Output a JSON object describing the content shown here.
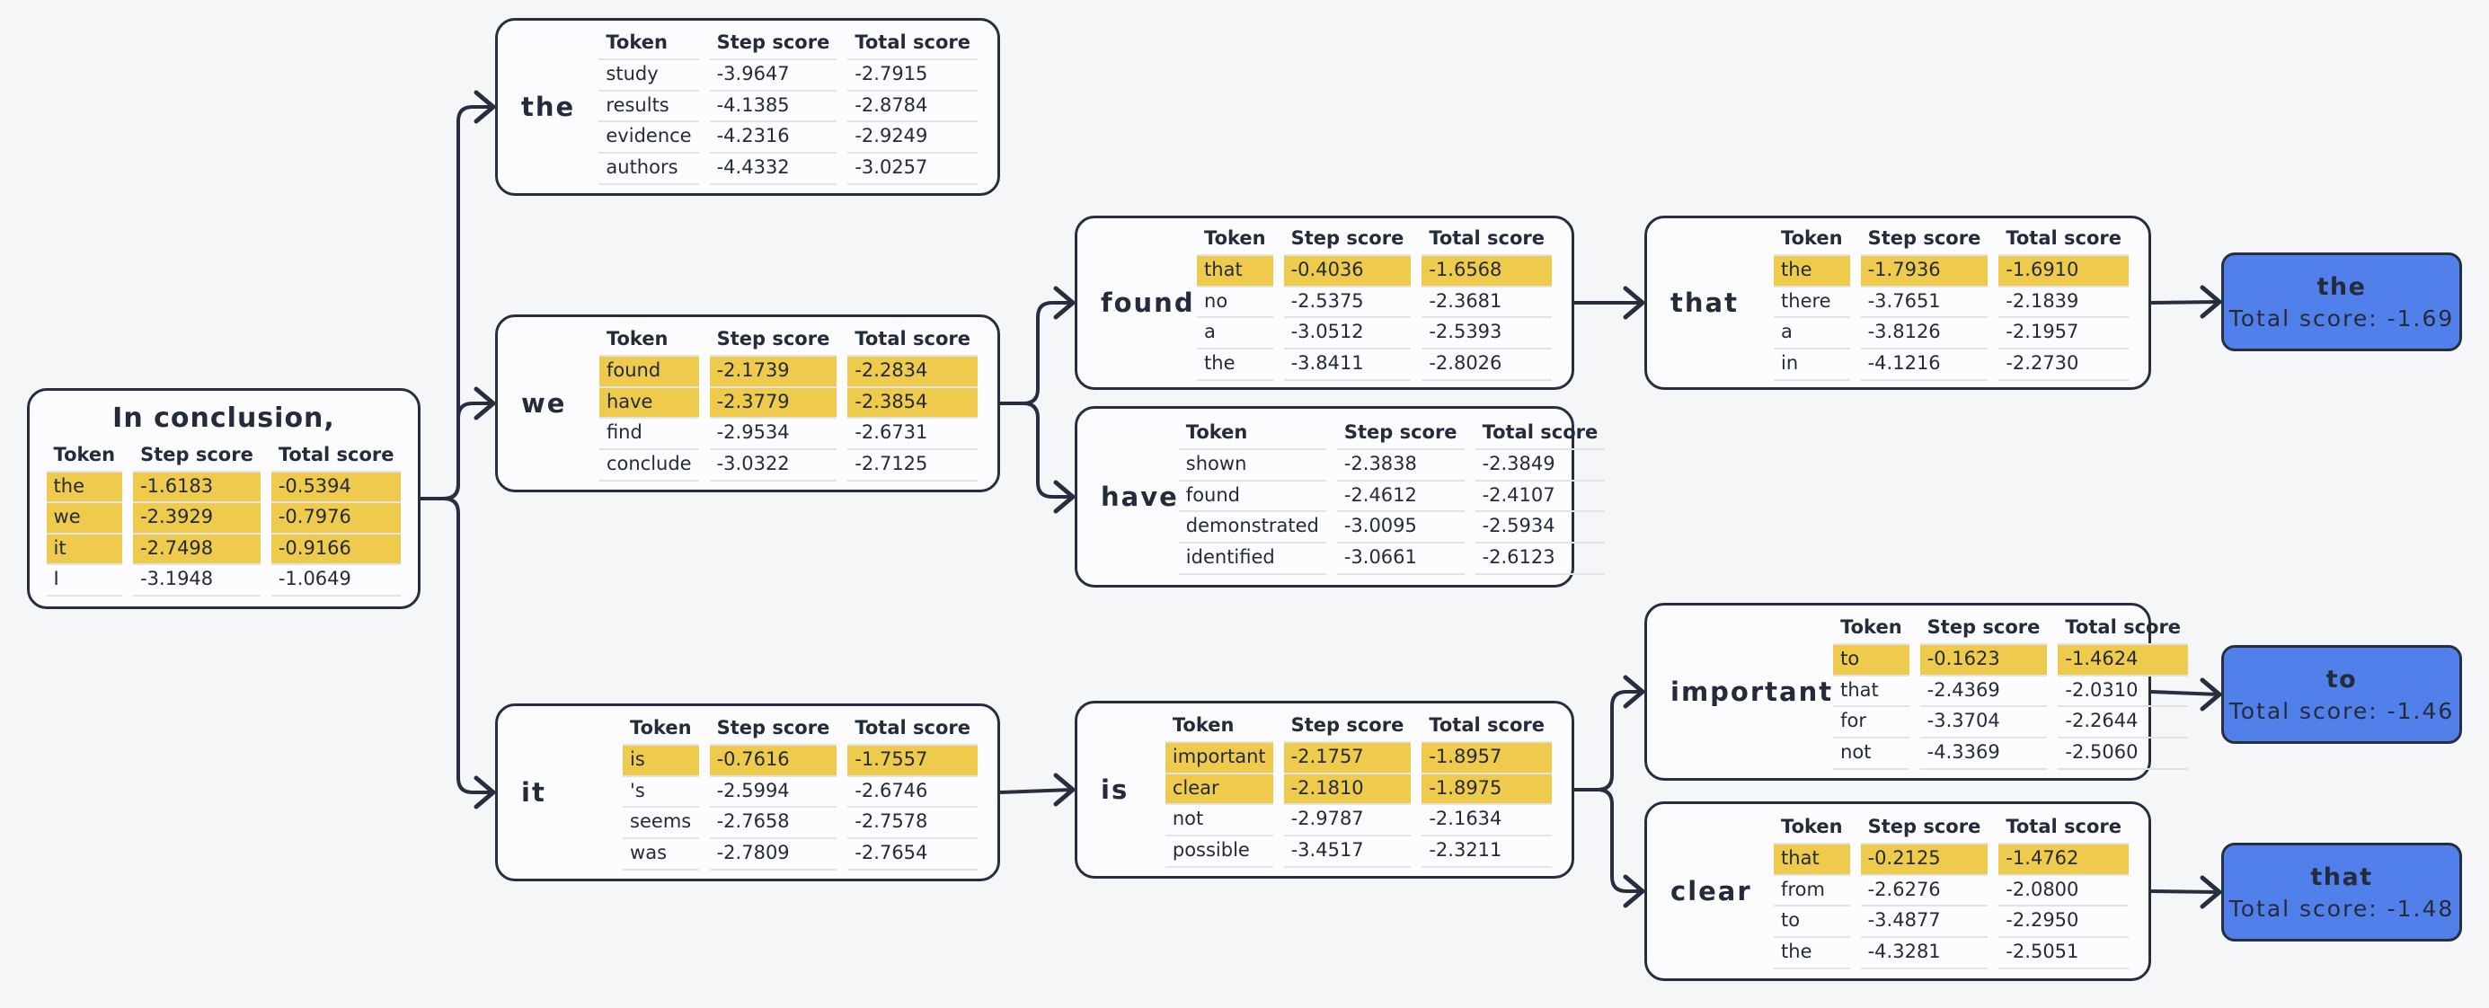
{
  "diagram": {
    "table_headers": [
      "Token",
      "Step score",
      "Total score"
    ],
    "colors": {
      "background": "#f5f6f8",
      "node_border": "#272e3f",
      "node_background": "#fcfcfe",
      "highlight_yellow": "#eeca4d",
      "leaf_blue": "#5280ea",
      "text": "#242b3a",
      "row_line": "#e2e3e7"
    },
    "nodes": [
      {
        "id": "root",
        "type": "root",
        "title": "In conclusion,",
        "rows": [
          {
            "token": "the",
            "step": "-1.6183",
            "total": "-0.5394",
            "highlight": true
          },
          {
            "token": "we",
            "step": "-2.3929",
            "total": "-0.7976",
            "highlight": true
          },
          {
            "token": "it",
            "step": "-2.7498",
            "total": "-0.9166",
            "highlight": true
          },
          {
            "token": "I",
            "step": "-3.1948",
            "total": "-1.0649",
            "highlight": false
          }
        ]
      },
      {
        "id": "the",
        "type": "branch",
        "label": "the",
        "rows": [
          {
            "token": "study",
            "step": "-3.9647",
            "total": "-2.7915",
            "highlight": false
          },
          {
            "token": "results",
            "step": "-4.1385",
            "total": "-2.8784",
            "highlight": false
          },
          {
            "token": "evidence",
            "step": "-4.2316",
            "total": "-2.9249",
            "highlight": false
          },
          {
            "token": "authors",
            "step": "-4.4332",
            "total": "-3.0257",
            "highlight": false
          }
        ]
      },
      {
        "id": "we",
        "type": "branch",
        "label": "we",
        "rows": [
          {
            "token": "found",
            "step": "-2.1739",
            "total": "-2.2834",
            "highlight": true
          },
          {
            "token": "have",
            "step": "-2.3779",
            "total": "-2.3854",
            "highlight": true
          },
          {
            "token": "find",
            "step": "-2.9534",
            "total": "-2.6731",
            "highlight": false
          },
          {
            "token": "conclude",
            "step": "-3.0322",
            "total": "-2.7125",
            "highlight": false
          }
        ]
      },
      {
        "id": "it",
        "type": "branch",
        "label": "it",
        "rows": [
          {
            "token": "is",
            "step": "-0.7616",
            "total": "-1.7557",
            "highlight": true
          },
          {
            "token": "'s",
            "step": "-2.5994",
            "total": "-2.6746",
            "highlight": false
          },
          {
            "token": "seems",
            "step": "-2.7658",
            "total": "-2.7578",
            "highlight": false
          },
          {
            "token": "was",
            "step": "-2.7809",
            "total": "-2.7654",
            "highlight": false
          }
        ]
      },
      {
        "id": "found",
        "type": "branch",
        "label": "found",
        "rows": [
          {
            "token": "that",
            "step": "-0.4036",
            "total": "-1.6568",
            "highlight": true
          },
          {
            "token": "no",
            "step": "-2.5375",
            "total": "-2.3681",
            "highlight": false
          },
          {
            "token": "a",
            "step": "-3.0512",
            "total": "-2.5393",
            "highlight": false
          },
          {
            "token": "the",
            "step": "-3.8411",
            "total": "-2.8026",
            "highlight": false
          }
        ]
      },
      {
        "id": "have",
        "type": "branch",
        "label": "have",
        "rows": [
          {
            "token": "shown",
            "step": "-2.3838",
            "total": "-2.3849",
            "highlight": false
          },
          {
            "token": "found",
            "step": "-2.4612",
            "total": "-2.4107",
            "highlight": false
          },
          {
            "token": "demonstrated",
            "step": "-3.0095",
            "total": "-2.5934",
            "highlight": false
          },
          {
            "token": "identified",
            "step": "-3.0661",
            "total": "-2.6123",
            "highlight": false
          }
        ]
      },
      {
        "id": "is",
        "type": "branch",
        "label": "is",
        "rows": [
          {
            "token": "important",
            "step": "-2.1757",
            "total": "-1.8957",
            "highlight": true
          },
          {
            "token": "clear",
            "step": "-2.1810",
            "total": "-1.8975",
            "highlight": true
          },
          {
            "token": "not",
            "step": "-2.9787",
            "total": "-2.1634",
            "highlight": false
          },
          {
            "token": "possible",
            "step": "-3.4517",
            "total": "-2.3211",
            "highlight": false
          }
        ]
      },
      {
        "id": "that",
        "type": "branch",
        "label": "that",
        "rows": [
          {
            "token": "the",
            "step": "-1.7936",
            "total": "-1.6910",
            "highlight": true
          },
          {
            "token": "there",
            "step": "-3.7651",
            "total": "-2.1839",
            "highlight": false
          },
          {
            "token": "a",
            "step": "-3.8126",
            "total": "-2.1957",
            "highlight": false
          },
          {
            "token": "in",
            "step": "-4.1216",
            "total": "-2.2730",
            "highlight": false
          }
        ]
      },
      {
        "id": "important",
        "type": "branch",
        "label": "important",
        "rows": [
          {
            "token": "to",
            "step": "-0.1623",
            "total": "-1.4624",
            "highlight": true
          },
          {
            "token": "that",
            "step": "-2.4369",
            "total": "-2.0310",
            "highlight": false
          },
          {
            "token": "for",
            "step": "-3.3704",
            "total": "-2.2644",
            "highlight": false
          },
          {
            "token": "not",
            "step": "-4.3369",
            "total": "-2.5060",
            "highlight": false
          }
        ]
      },
      {
        "id": "clear",
        "type": "branch",
        "label": "clear",
        "rows": [
          {
            "token": "that",
            "step": "-0.2125",
            "total": "-1.4762",
            "highlight": true
          },
          {
            "token": "from",
            "step": "-2.6276",
            "total": "-2.0800",
            "highlight": false
          },
          {
            "token": "to",
            "step": "-3.4877",
            "total": "-2.2950",
            "highlight": false
          },
          {
            "token": "the",
            "step": "-4.3281",
            "total": "-2.5051",
            "highlight": false
          }
        ]
      },
      {
        "id": "leaf-the",
        "type": "leaf",
        "label": "the",
        "score_label": "Total score: -1.69"
      },
      {
        "id": "leaf-to",
        "type": "leaf",
        "label": "to",
        "score_label": "Total score: -1.46"
      },
      {
        "id": "leaf-that",
        "type": "leaf",
        "label": "that",
        "score_label": "Total score: -1.48"
      }
    ],
    "edges": [
      {
        "from": "root",
        "to": "the"
      },
      {
        "from": "root",
        "to": "we"
      },
      {
        "from": "root",
        "to": "it"
      },
      {
        "from": "we",
        "to": "found"
      },
      {
        "from": "we",
        "to": "have"
      },
      {
        "from": "found",
        "to": "that"
      },
      {
        "from": "that",
        "to": "leaf-the"
      },
      {
        "from": "it",
        "to": "is"
      },
      {
        "from": "is",
        "to": "important"
      },
      {
        "from": "is",
        "to": "clear"
      },
      {
        "from": "important",
        "to": "leaf-to"
      },
      {
        "from": "clear",
        "to": "leaf-that"
      }
    ]
  }
}
